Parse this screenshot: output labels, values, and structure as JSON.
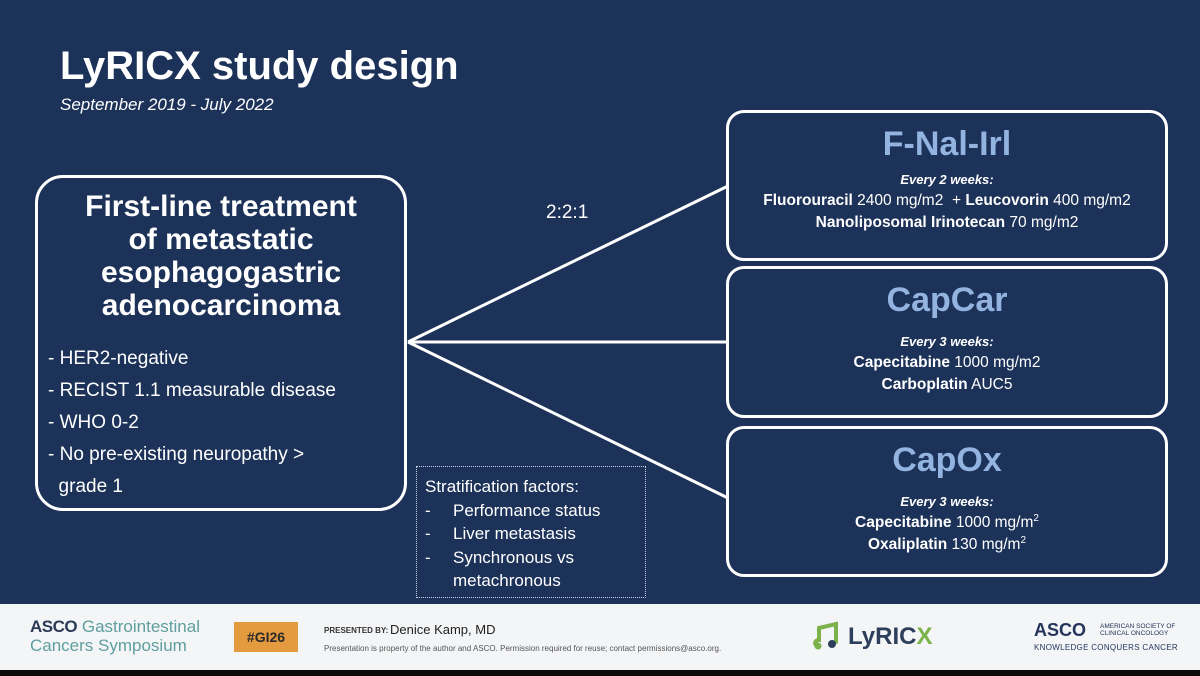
{
  "slide": {
    "title": "LyRICX study design",
    "subtitle": "September 2019 - July 2022",
    "population": {
      "heading_lines": [
        "First-line treatment",
        "of metastatic",
        "esophagogastric",
        "adenocarcinoma"
      ],
      "criteria": [
        "- HER2-negative",
        "- RECIST 1.1 measurable disease",
        "- WHO 0-2",
        "- No pre-existing neuropathy >",
        "  grade 1"
      ]
    },
    "randomization_ratio": "2:2:1",
    "stratification": {
      "label": "Stratification factors:",
      "items": [
        {
          "dash": "-",
          "text": "Performance status"
        },
        {
          "dash": "-",
          "text": "Liver metastasis"
        },
        {
          "dash": "-",
          "text": "Synchronous vs"
        },
        {
          "dash": "",
          "text": "metachronous"
        }
      ]
    },
    "arms": [
      {
        "name": "F-Nal-Irl",
        "schedule": "Every 2 weeks:",
        "line1_drug_a": "Fluorouracil",
        "line1_dose_a": " 2400 mg/m2 ",
        "line1_plus": " + ",
        "line1_drug_b": "Leucovorin",
        "line1_dose_b": " 400 mg/m2",
        "line2_drug": "Nanoliposomal Irinotecan",
        "line2_dose": " 70 mg/m2"
      },
      {
        "name": "CapCar",
        "schedule": "Every 3 weeks:",
        "line1_drug": "Capecitabine",
        "line1_dose": " 1000 mg/m2",
        "line2_drug": "Carboplatin",
        "line2_dose": " AUC5"
      },
      {
        "name": "CapOx",
        "schedule": "Every 3 weeks:",
        "line1_drug": "Capecitabine",
        "line1_dose": " 1000 mg/m",
        "line1_sup": "2",
        "line2_drug": "Oxaliplatin",
        "line2_dose": " 130 mg/m",
        "line2_sup": "2"
      }
    ]
  },
  "footer": {
    "asco_brand": "ASCO",
    "symposium_line1": "Gastrointestinal",
    "symposium_line2": "Cancers Symposium",
    "hashtag": "#GI26",
    "presented_by_label": "PRESENTED BY:",
    "presenter": "Denice Kamp, MD",
    "notice": "Presentation is property of the author and ASCO. Permission required for reuse; contact permissions@asco.org.",
    "lyricx_logo_a": "LyRIC",
    "lyricx_logo_b": "X",
    "asco_right_brand": "ASCO",
    "asco_right_society": "AMERICAN SOCIETY OF CLINICAL ONCOLOGY",
    "asco_right_slogan": "KNOWLEDGE CONQUERS CANCER"
  },
  "colors": {
    "slide_background": "#1c3258",
    "arm_name": "#93b3e0",
    "hashtag_badge": "#e49a3f",
    "footer_background": "#f4f5f7"
  }
}
